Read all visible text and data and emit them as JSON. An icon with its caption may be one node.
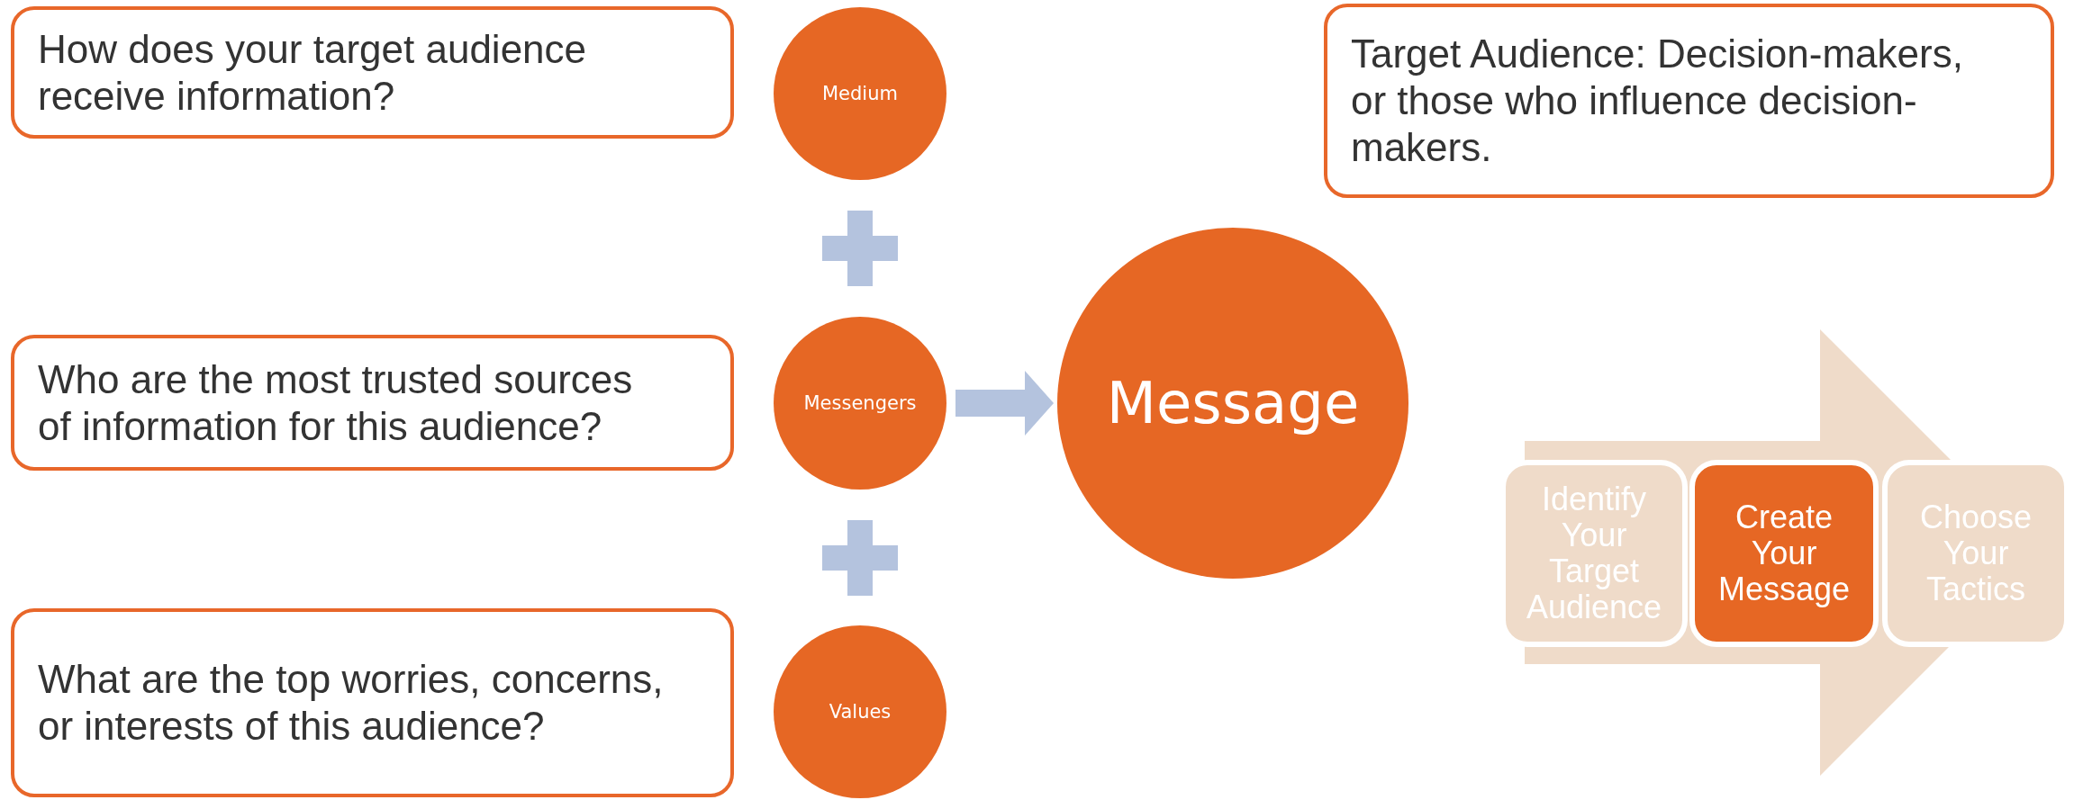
{
  "diagram": {
    "nodes": [
      {
        "text": [
          "How does your target audience receive information?"
        ]
      },
      {
        "text": [
          "Medium"
        ]
      },
      {
        "text": [
          "Target Audience: Decision-makers, or those who influence decision-makers."
        ]
      },
      {
        "text": [
          "Who are the most trusted sources of information for this audience?"
        ]
      },
      {
        "text": [
          "Messengers"
        ]
      },
      {
        "text": [
          "Message"
        ]
      },
      {
        "text": [],
        "shape": "arrow"
      },
      {
        "text": [
          "Identify Your Target Audience"
        ],
        "in": 6
      },
      {
        "text": [
          "Create Your Message"
        ],
        "in": 6
      },
      {
        "text": [
          "Choose Your Tactics"
        ],
        "in": 6
      },
      {
        "text": [
          "What are the top worries, concerns, or interests of this audience?"
        ]
      },
      {
        "text": [
          "Values"
        ]
      }
    ],
    "edges": [
      {
        "from": 4,
        "to": 5,
        "arrow": "to",
        "color": "#b4c3de"
      }
    ]
  }
}
